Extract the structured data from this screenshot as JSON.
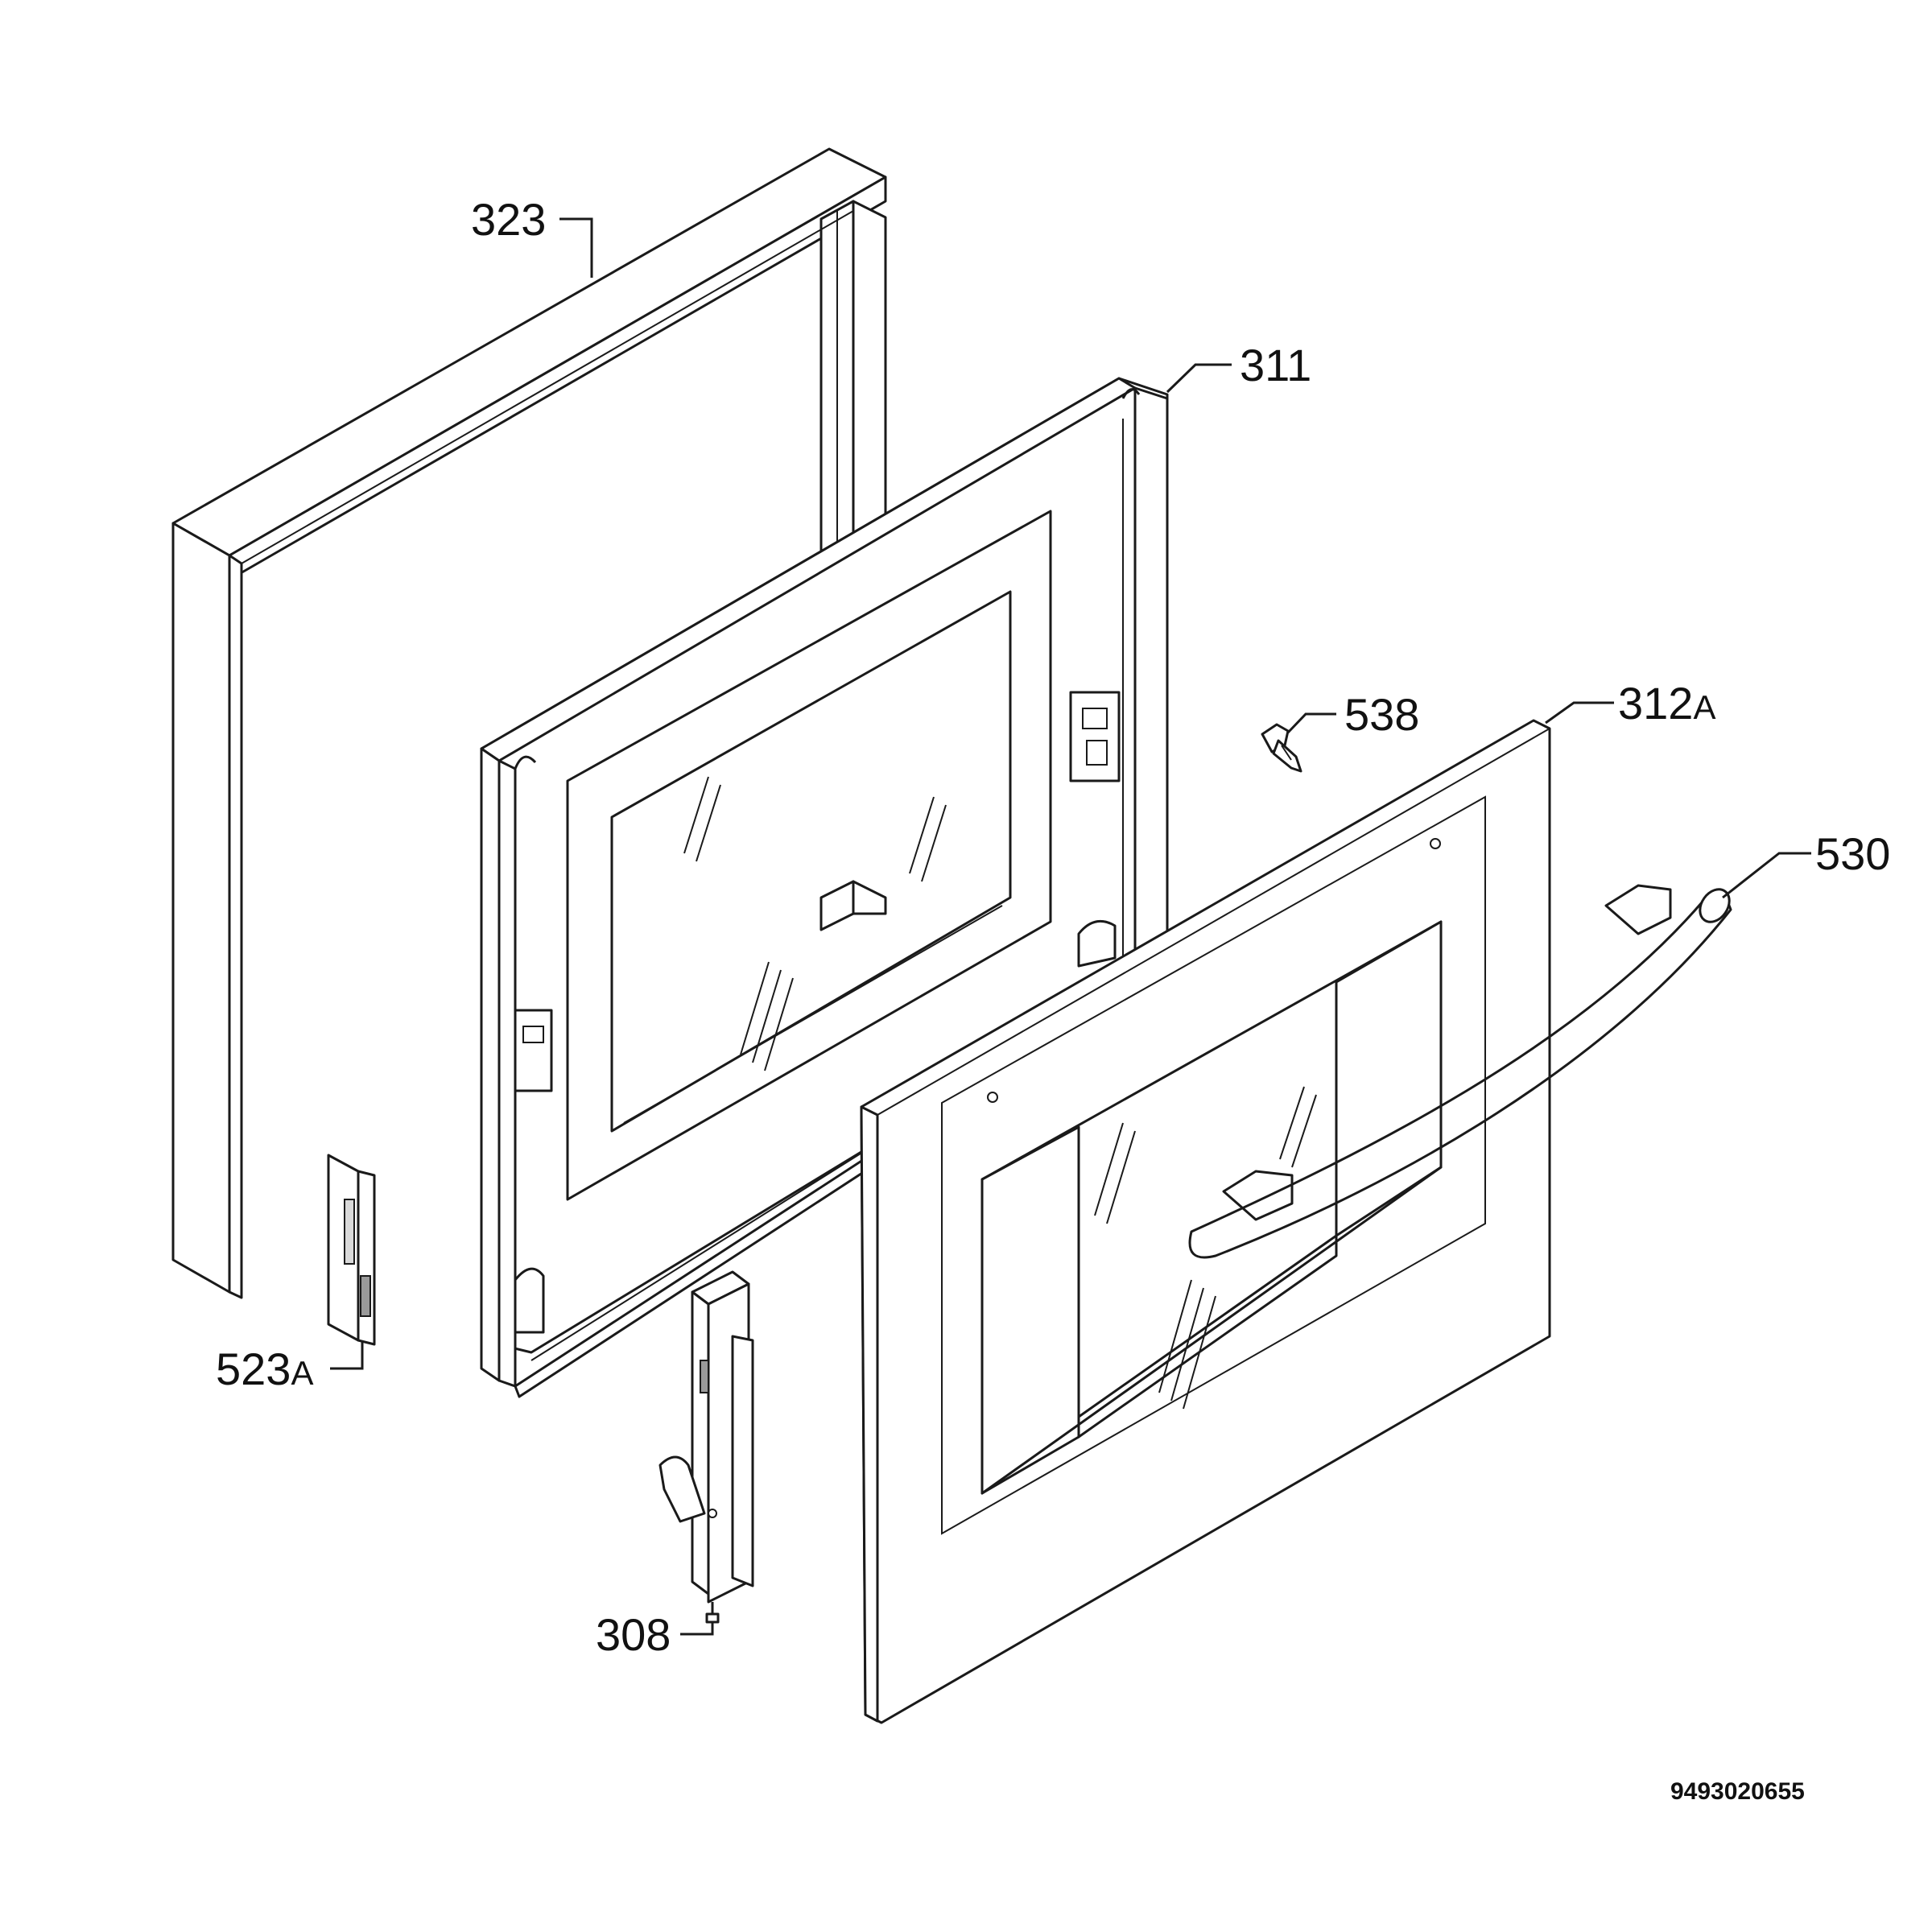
{
  "parts": [
    {
      "id": "frame-323",
      "label": "323",
      "suffix": ""
    },
    {
      "id": "inner-door-311",
      "label": "311",
      "suffix": ""
    },
    {
      "id": "screw-538",
      "label": "538",
      "suffix": ""
    },
    {
      "id": "outer-door-312a",
      "label": "312",
      "suffix": "A"
    },
    {
      "id": "handle-530",
      "label": "530",
      "suffix": ""
    },
    {
      "id": "catch-523a",
      "label": "523",
      "suffix": "A"
    },
    {
      "id": "hinge-308",
      "label": "308",
      "suffix": ""
    }
  ],
  "document_number": "9493020655"
}
